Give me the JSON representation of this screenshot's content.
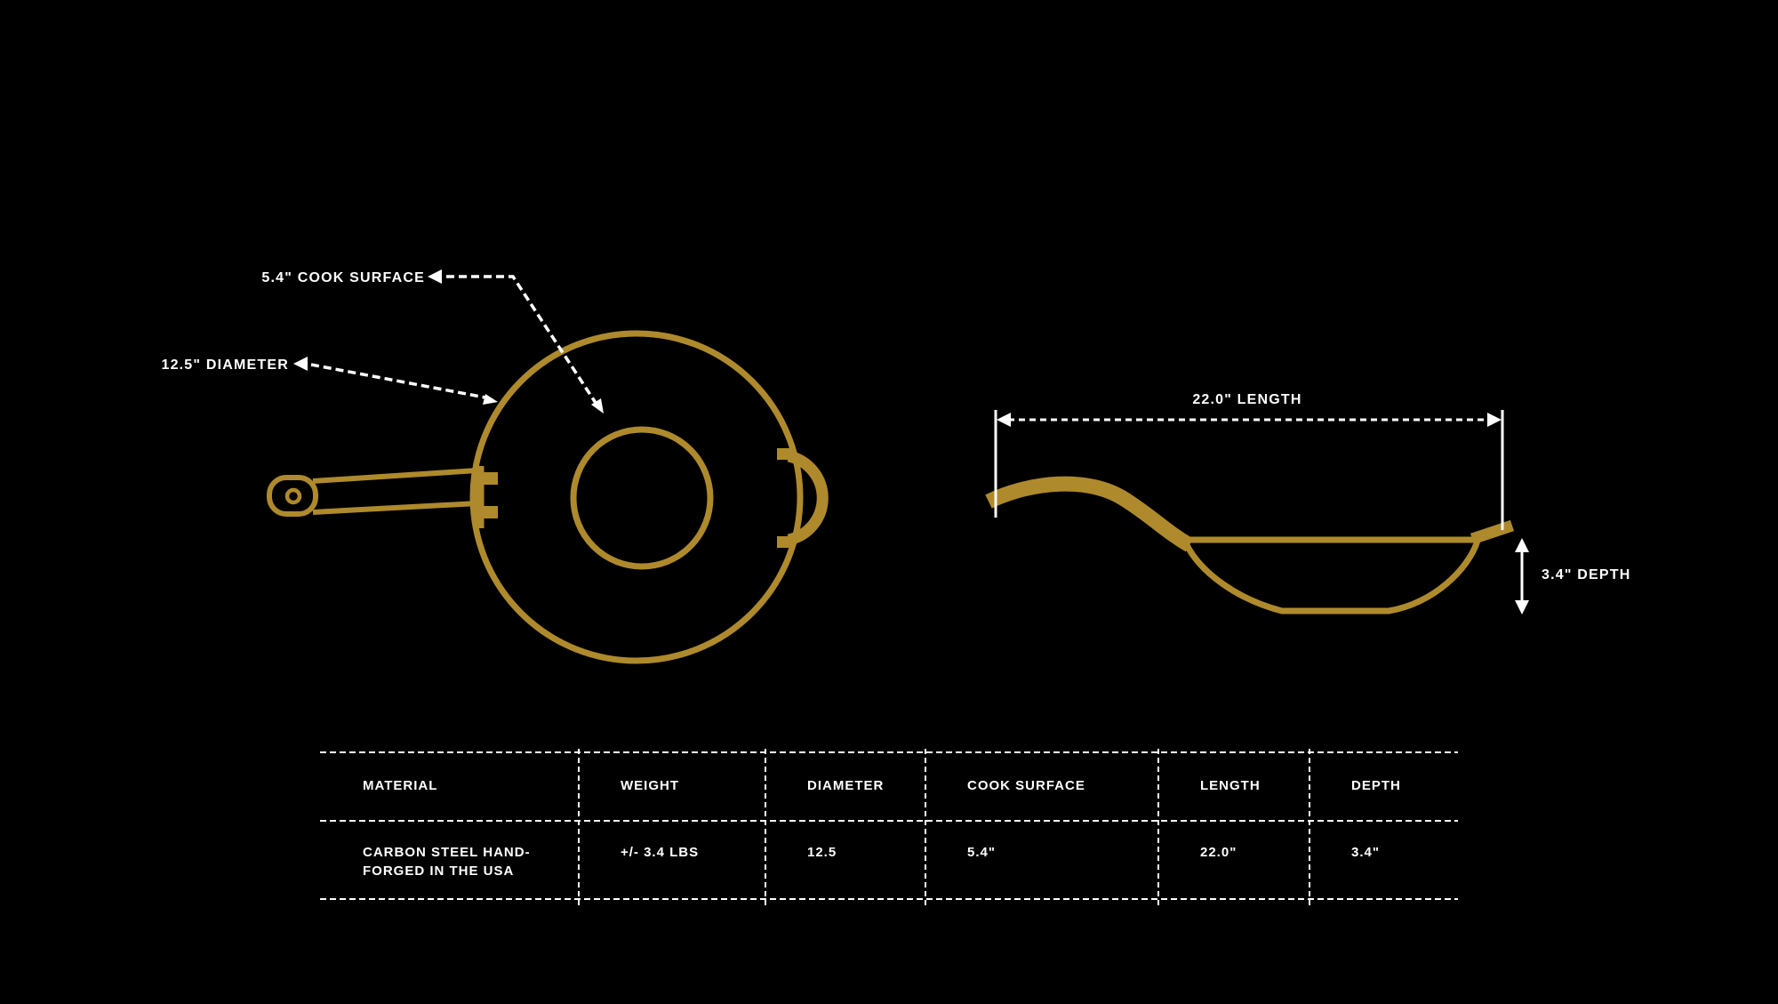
{
  "colors": {
    "background": "#000000",
    "line_gold": "#AE8A2C",
    "annotation_white": "#FFFFFF"
  },
  "diagram": {
    "top_view": {
      "cook_surface_label": "5.4\" COOK SURFACE",
      "diameter_label": "12.5\" DIAMETER"
    },
    "side_view": {
      "length_label": "22.0\" LENGTH",
      "depth_label": "3.4\" DEPTH"
    }
  },
  "table": {
    "headers": [
      "MATERIAL",
      "WEIGHT",
      "DIAMETER",
      "COOK SURFACE",
      "LENGTH",
      "DEPTH"
    ],
    "row": [
      "CARBON STEEL HAND-FORGED IN THE USA",
      "+/- 3.4 LBS",
      "12.5",
      "5.4\"",
      "22.0\"",
      "3.4\""
    ]
  }
}
